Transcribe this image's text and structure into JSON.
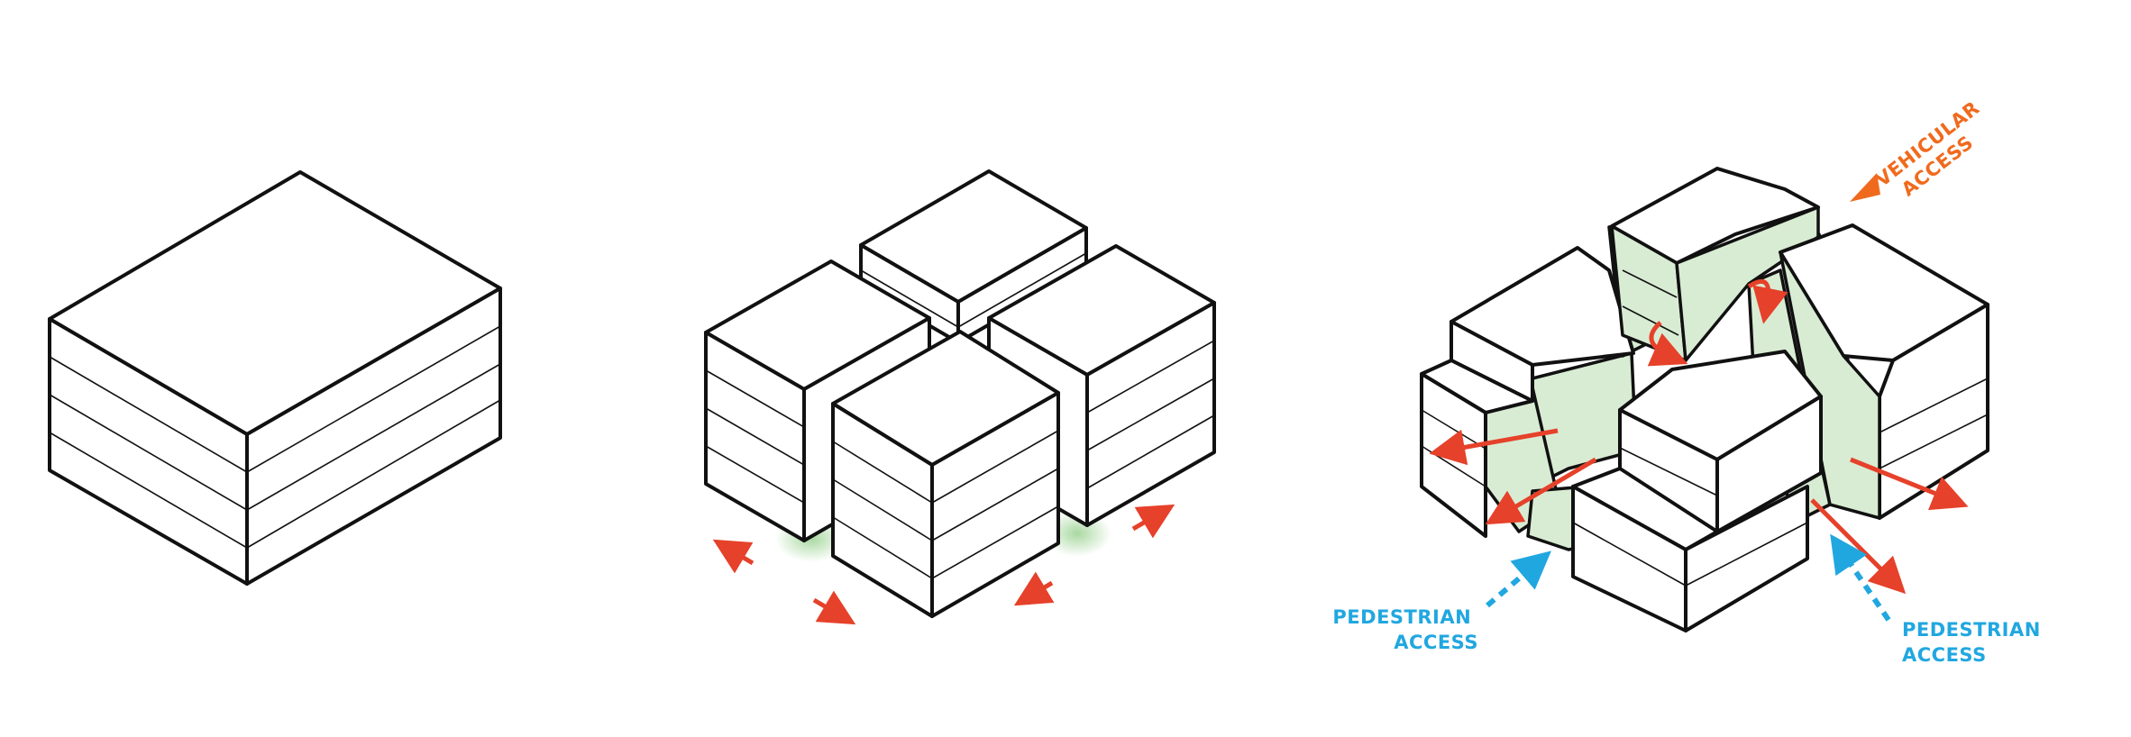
{
  "labels": {
    "vehicular_line1": "VEHICULAR",
    "vehicular_line2": "ACCESS",
    "pedestrian_left_line1": "PEDESTRIAN",
    "pedestrian_left_line2": "ACCESS",
    "pedestrian_right_line1": "PEDESTRIAN",
    "pedestrian_right_line2": "ACCESS"
  },
  "colors": {
    "outline": "#111111",
    "arrow": "#e6412a",
    "vehicular": "#f06a1e",
    "pedestrian": "#21a7e0",
    "courtyard": "#d8ecd3"
  },
  "stages": [
    "single-volume",
    "four-blocks",
    "carved-cluster"
  ]
}
